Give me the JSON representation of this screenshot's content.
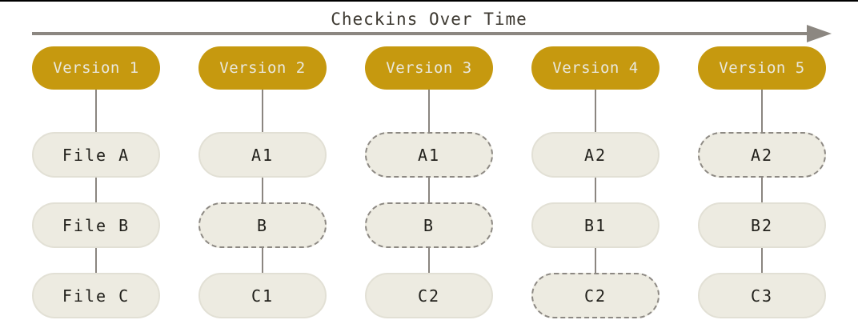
{
  "title": "Checkins Over Time",
  "colors": {
    "version_pill": "#c6990f",
    "version_text": "#e9e8de",
    "file_pill": "#edebe1",
    "dashed_border": "#8d8983",
    "connector": "#8b8680",
    "arrow": "#8c8781",
    "title_text": "#3d3931"
  },
  "columns": [
    {
      "version": "Version 1",
      "files": [
        {
          "label": "File A",
          "dashed": false
        },
        {
          "label": "File B",
          "dashed": false
        },
        {
          "label": "File C",
          "dashed": false
        }
      ]
    },
    {
      "version": "Version 2",
      "files": [
        {
          "label": "A1",
          "dashed": false
        },
        {
          "label": "B",
          "dashed": true
        },
        {
          "label": "C1",
          "dashed": false
        }
      ]
    },
    {
      "version": "Version 3",
      "files": [
        {
          "label": "A1",
          "dashed": true
        },
        {
          "label": "B",
          "dashed": true
        },
        {
          "label": "C2",
          "dashed": false
        }
      ]
    },
    {
      "version": "Version 4",
      "files": [
        {
          "label": "A2",
          "dashed": false
        },
        {
          "label": "B1",
          "dashed": false
        },
        {
          "label": "C2",
          "dashed": true
        }
      ]
    },
    {
      "version": "Version 5",
      "files": [
        {
          "label": "A2",
          "dashed": true
        },
        {
          "label": "B2",
          "dashed": false
        },
        {
          "label": "C3",
          "dashed": false
        }
      ]
    }
  ]
}
